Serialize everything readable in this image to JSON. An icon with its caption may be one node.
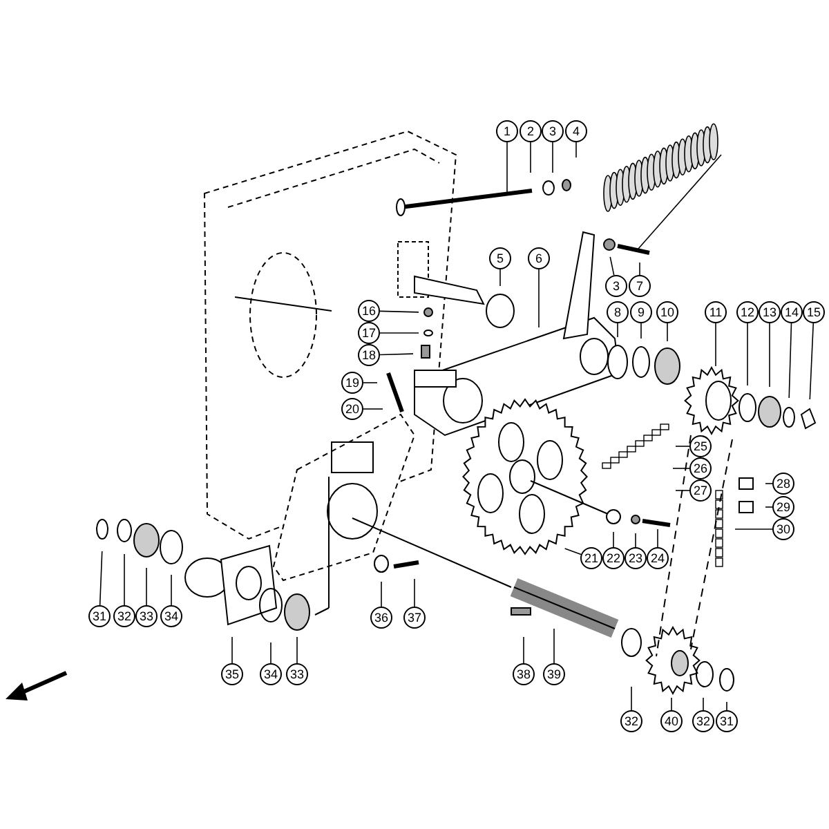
{
  "diagram": {
    "nodes": [
      {
        "text": [
          "1"
        ]
      },
      {
        "text": [
          "2"
        ]
      },
      {
        "text": [
          "3"
        ]
      },
      {
        "text": [
          "4"
        ]
      },
      {
        "text": [
          "5"
        ]
      },
      {
        "text": [
          "6"
        ]
      },
      {
        "text": [
          "3"
        ]
      },
      {
        "text": [
          "7"
        ]
      },
      {
        "text": [
          "16"
        ]
      },
      {
        "text": [
          "8"
        ]
      },
      {
        "text": [
          "9"
        ]
      },
      {
        "text": [
          "10"
        ]
      },
      {
        "text": [
          "11"
        ]
      },
      {
        "text": [
          "12"
        ]
      },
      {
        "text": [
          "13"
        ]
      },
      {
        "text": [
          "14"
        ]
      },
      {
        "text": [
          "15"
        ]
      },
      {
        "text": [
          "17"
        ]
      },
      {
        "text": [
          "18"
        ]
      },
      {
        "text": [
          "19"
        ]
      },
      {
        "text": [
          "20"
        ]
      },
      {
        "text": [
          "25"
        ]
      },
      {
        "text": [
          "26"
        ]
      },
      {
        "text": [
          "28"
        ]
      },
      {
        "text": [
          "27"
        ]
      },
      {
        "text": [
          "29"
        ]
      },
      {
        "text": [
          "30"
        ]
      },
      {
        "text": [
          "21"
        ]
      },
      {
        "text": [
          "22"
        ]
      },
      {
        "text": [
          "23"
        ]
      },
      {
        "text": [
          "24"
        ]
      },
      {
        "text": [
          "31"
        ]
      },
      {
        "text": [
          "32"
        ]
      },
      {
        "text": [
          "33"
        ]
      },
      {
        "text": [
          "34"
        ]
      },
      {
        "text": [
          "36"
        ]
      },
      {
        "text": [
          "37"
        ]
      },
      {
        "text": [
          "35"
        ]
      },
      {
        "text": [
          "34"
        ]
      },
      {
        "text": [
          "33"
        ]
      },
      {
        "text": [
          "38"
        ]
      },
      {
        "text": [
          "39"
        ]
      },
      {
        "text": [
          "32"
        ]
      },
      {
        "text": [
          "40"
        ]
      },
      {
        "text": [
          "32"
        ]
      },
      {
        "text": [
          "31"
        ]
      }
    ],
    "edges": [
      {
        "from": 0,
        "to": null,
        "arrow": "none"
      },
      {
        "from": 1,
        "to": null,
        "arrow": "none"
      },
      {
        "from": 2,
        "to": null,
        "arrow": "none"
      },
      {
        "from": 3,
        "to": null,
        "arrow": "none"
      },
      {
        "from": 4,
        "to": null,
        "arrow": "none"
      },
      {
        "from": 5,
        "to": null,
        "arrow": "none"
      },
      {
        "from": 6,
        "to": null,
        "arrow": "none"
      },
      {
        "from": 7,
        "to": null,
        "arrow": "none"
      },
      {
        "from": 8,
        "to": null,
        "arrow": "none"
      },
      {
        "from": 9,
        "to": null,
        "arrow": "none"
      },
      {
        "from": 10,
        "to": null,
        "arrow": "none"
      },
      {
        "from": 11,
        "to": null,
        "arrow": "none"
      },
      {
        "from": 12,
        "to": null,
        "arrow": "none"
      },
      {
        "from": 13,
        "to": null,
        "arrow": "none"
      },
      {
        "from": 14,
        "to": null,
        "arrow": "none"
      },
      {
        "from": 15,
        "to": null,
        "arrow": "none"
      },
      {
        "from": 16,
        "to": null,
        "arrow": "none"
      },
      {
        "from": 17,
        "to": null,
        "arrow": "none"
      },
      {
        "from": 18,
        "to": null,
        "arrow": "none"
      },
      {
        "from": 19,
        "to": null,
        "arrow": "none"
      },
      {
        "from": 20,
        "to": null,
        "arrow": "none"
      },
      {
        "from": 21,
        "to": null,
        "arrow": "none"
      },
      {
        "from": 22,
        "to": null,
        "arrow": "none"
      },
      {
        "from": 23,
        "to": null,
        "arrow": "none"
      },
      {
        "from": 24,
        "to": null,
        "arrow": "none"
      },
      {
        "from": 25,
        "to": null,
        "arrow": "none"
      },
      {
        "from": 26,
        "to": null,
        "arrow": "none"
      },
      {
        "from": 27,
        "to": null,
        "arrow": "none"
      },
      {
        "from": 28,
        "to": null,
        "arrow": "none"
      },
      {
        "from": 29,
        "to": null,
        "arrow": "none"
      },
      {
        "from": 30,
        "to": null,
        "arrow": "none"
      },
      {
        "from": 31,
        "to": null,
        "arrow": "none"
      },
      {
        "from": 32,
        "to": null,
        "arrow": "none"
      },
      {
        "from": 33,
        "to": null,
        "arrow": "none"
      },
      {
        "from": 34,
        "to": null,
        "arrow": "none"
      },
      {
        "from": 35,
        "to": null,
        "arrow": "none"
      },
      {
        "from": 36,
        "to": null,
        "arrow": "none"
      },
      {
        "from": 37,
        "to": null,
        "arrow": "none"
      },
      {
        "from": 38,
        "to": null,
        "arrow": "none"
      },
      {
        "from": 39,
        "to": null,
        "arrow": "none"
      },
      {
        "from": 40,
        "to": null,
        "arrow": "none"
      },
      {
        "from": 41,
        "to": null,
        "arrow": "none"
      },
      {
        "from": 42,
        "to": null,
        "arrow": "none"
      },
      {
        "from": 43,
        "to": null,
        "arrow": "none"
      },
      {
        "from": 44,
        "to": null,
        "arrow": "none"
      },
      {
        "from": 45,
        "to": null,
        "arrow": "none"
      }
    ]
  }
}
